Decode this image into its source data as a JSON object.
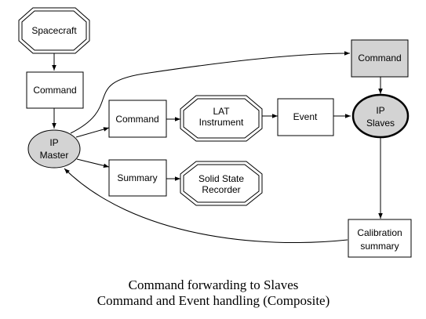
{
  "nodes": {
    "spacecraft": "Spacecraft",
    "command_top": "Command",
    "ip_master": [
      "IP",
      "Master"
    ],
    "command_mid": "Command",
    "summary": "Summary",
    "lat_instrument": [
      "LAT",
      "Instrument"
    ],
    "solid_state_recorder": [
      "Solid State",
      "Recorder"
    ],
    "event": "Event",
    "command_right": "Command",
    "ip_slaves": [
      "IP",
      "Slaves"
    ],
    "calibration_summary": [
      "Calibration",
      "summary"
    ]
  },
  "caption": {
    "line1": "Command forwarding to Slaves",
    "line2": "Command and Event handling (Composite)"
  },
  "colors": {
    "shaded_fill": "#d3d3d3",
    "stroke": "#000000",
    "background": "#ffffff"
  }
}
